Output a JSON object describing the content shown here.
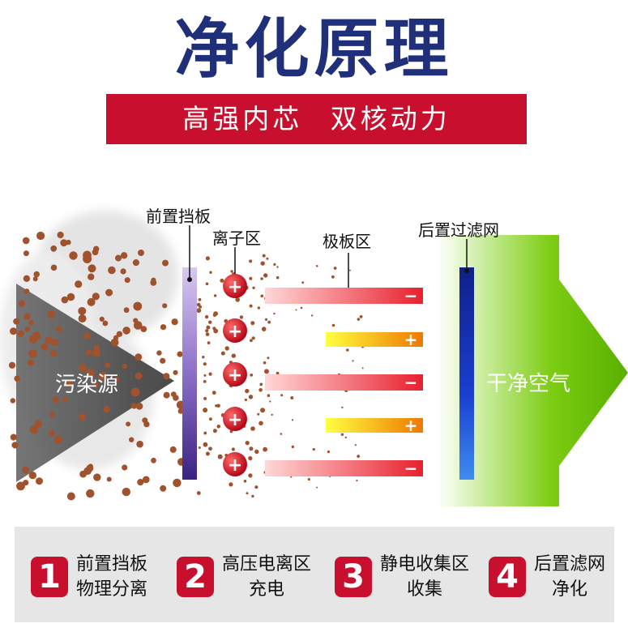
{
  "title": "净化原理",
  "banner": {
    "left": "高强内芯",
    "right": "双核动力"
  },
  "diagram": {
    "labels": {
      "pre_filter": "前置挡板",
      "ion_zone": "离子区",
      "plate_zone": "极板区",
      "post_filter": "后置过滤网",
      "pollution_source": "污染源",
      "clean_air": "干净空气"
    },
    "plate_signs": [
      "−",
      "+",
      "−",
      "+",
      "−"
    ],
    "ion_sign": "+",
    "colors": {
      "red": "#c8102e",
      "navy": "#1f2f7a",
      "green": "#78c800",
      "blue": "#1a3fd0",
      "particle": "#a0522d"
    }
  },
  "steps": [
    {
      "num": "1",
      "line1": "前置挡板",
      "line2": "物理分离"
    },
    {
      "num": "2",
      "line1": "高压电离区",
      "line2": "充电"
    },
    {
      "num": "3",
      "line1": "静电收集区",
      "line2": "收集"
    },
    {
      "num": "4",
      "line1": "后置滤网",
      "line2": "净化"
    }
  ]
}
